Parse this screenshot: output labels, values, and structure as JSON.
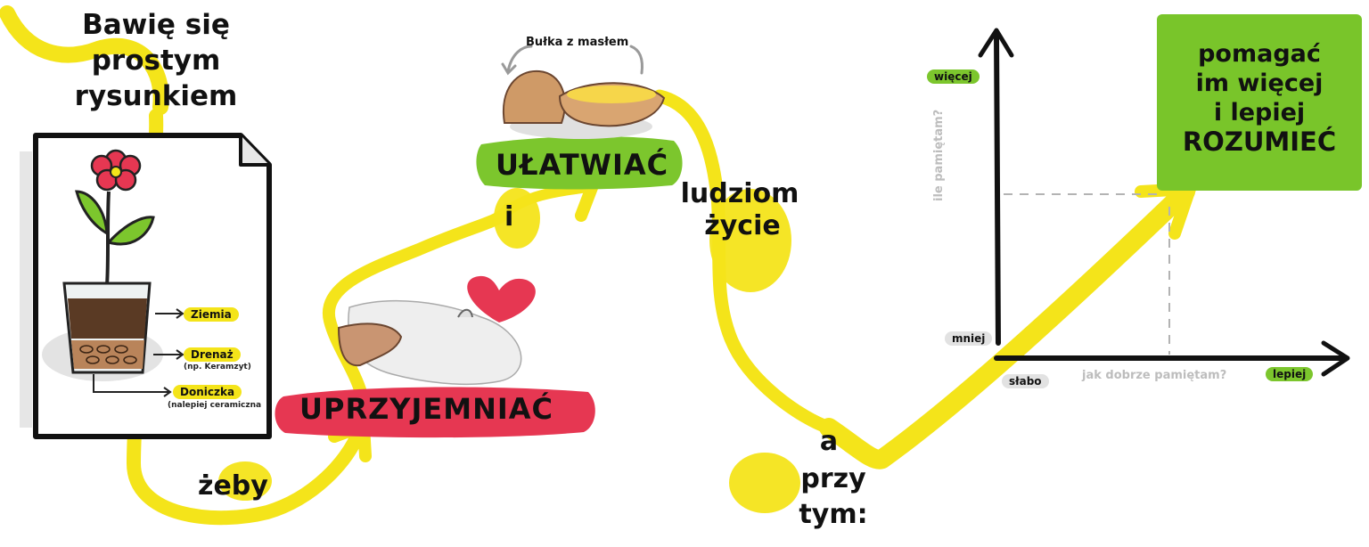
{
  "title": {
    "lines": [
      "Bawię się",
      "prostym",
      "rysunkiem"
    ]
  },
  "plant": {
    "labels": {
      "soil": "Ziemia",
      "drainage": "Drenaż",
      "drainage_note": "(np. Keramzyt)",
      "pot": "Doniczka",
      "pot_note": "(nalepiej ceramiczna"
    }
  },
  "flow": {
    "zeby": "żeby",
    "uprzyjemniac": "UPRZYJEMNIAĆ",
    "i": "i",
    "ulatwiac": "UŁATWIAĆ",
    "bread_caption": "Bułka z masłem",
    "ludziom": "ludziom",
    "zycie": "życie",
    "a": "a",
    "przy": "przy",
    "tym": "tym:"
  },
  "chart": {
    "y_axis_title": "ile pamiętam?",
    "x_axis_title": "jak dobrze pamiętam?",
    "y_high": "więcej",
    "y_low": "mniej",
    "x_low": "słabo",
    "x_high": "lepiej"
  },
  "result_box": {
    "lines": [
      "pomagać",
      "im więcej",
      "i lepiej"
    ],
    "strong": "ROZUMIEĆ"
  },
  "colors": {
    "yellow": "#f4e41a",
    "green": "#7cc62d",
    "red": "#e63752",
    "grey": "#d9d9d9"
  }
}
